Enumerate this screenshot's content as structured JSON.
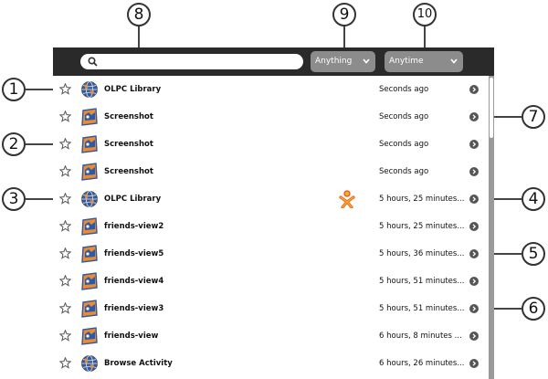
{
  "toolbar": {
    "search": {
      "value": "",
      "placeholder": ""
    },
    "filter_what": {
      "selected": "Anything"
    },
    "filter_when": {
      "selected": "Anytime"
    }
  },
  "entries": [
    {
      "title": "OLPC Library",
      "date": "Seconds ago",
      "icon": "globe-icon"
    },
    {
      "title": "Screenshot",
      "date": "Seconds ago",
      "icon": "image-icon"
    },
    {
      "title": "Screenshot",
      "date": "Seconds ago",
      "icon": "image-icon"
    },
    {
      "title": "Screenshot",
      "date": "Seconds ago",
      "icon": "image-icon"
    },
    {
      "title": "OLPC Library",
      "date": "5 hours, 25 minutes...",
      "icon": "globe-icon",
      "buddy": true
    },
    {
      "title": "friends-view2",
      "date": "5 hours, 25 minutes...",
      "icon": "image-icon"
    },
    {
      "title": "friends-view5",
      "date": "5 hours, 36 minutes...",
      "icon": "image-icon"
    },
    {
      "title": "friends-view4",
      "date": "5 hours, 51 minutes...",
      "icon": "image-icon"
    },
    {
      "title": "friends-view3",
      "date": "5 hours, 51 minutes...",
      "icon": "image-icon"
    },
    {
      "title": "friends-view",
      "date": "6 hours, 8 minutes ...",
      "icon": "image-icon"
    },
    {
      "title": "Browse Activity",
      "date": "6 hours, 26 minutes...",
      "icon": "globe-icon"
    }
  ],
  "callouts": [
    "1",
    "2",
    "3",
    "4",
    "5",
    "6",
    "7",
    "8",
    "9",
    "10"
  ],
  "colors": {
    "toolbar": "#2a2a2a",
    "combo": "#8c8c8c",
    "icon_orange": "#f08a2a",
    "icon_blue": "#2a5aa8",
    "buddy_fill": "#f2b21b",
    "buddy_stroke": "#e8502a"
  }
}
